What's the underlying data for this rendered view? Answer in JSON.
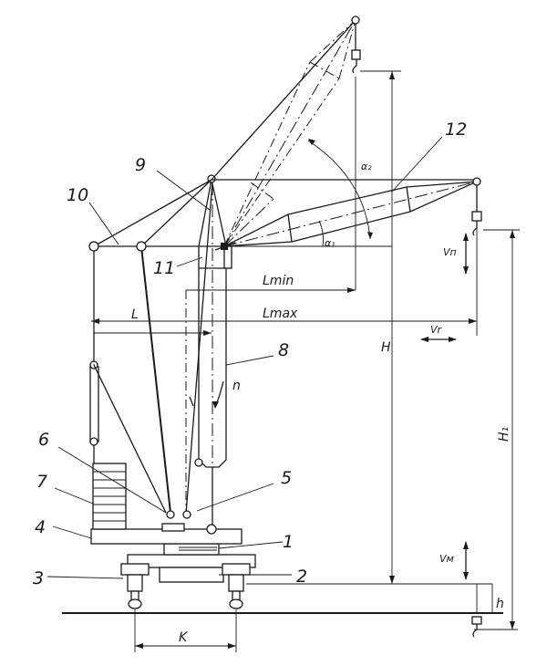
{
  "callouts": {
    "c1": "1",
    "c2": "2",
    "c3": "3",
    "c4": "4",
    "c5": "5",
    "c6": "6",
    "c7": "7",
    "c8": "8",
    "c9": "9",
    "c10": "10",
    "c11": "11",
    "c12": "12"
  },
  "dimensions": {
    "L": "L",
    "Lmin": "Lmin",
    "Lmax": "Lmax",
    "H": "H",
    "H1": "H₁",
    "h": "h",
    "K": "K",
    "Vn": "Vп",
    "Vr": "Vr",
    "Vm": "Vм",
    "n": "n",
    "alpha1": "α₁",
    "alpha2": "α₂"
  }
}
